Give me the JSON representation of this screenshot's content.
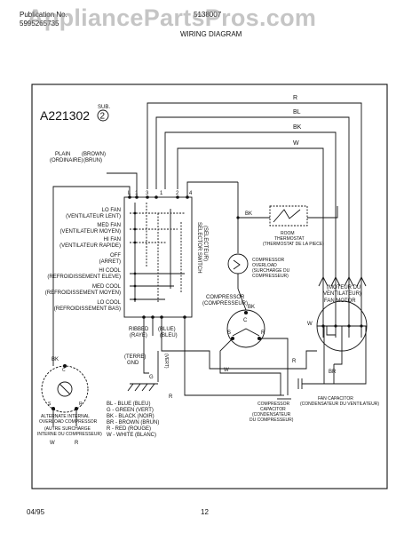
{
  "header": {
    "publication_label": "Publication No.",
    "publication_no": "5995265735",
    "part_no": "5138007",
    "title": "WIRING DIAGRAM",
    "watermark": "AppliancePartsPros.com"
  },
  "diagram": {
    "model": "A221302",
    "sub_label": "SUB.",
    "sub_no": "2",
    "wire_r": "R",
    "wire_bl": "BL",
    "wire_bk": "BK",
    "wire_w": "W",
    "plain_label": "PLAIN",
    "plain_fr": "(ORDINAIRE)",
    "brown_label": "(BROWN)",
    "brown_fr": "(BRUN)",
    "terminals": [
      "L",
      "1",
      "3",
      "1",
      "2",
      "4"
    ],
    "switch_positions": [
      {
        "label": "LO FAN",
        "fr": "(VENTILATEUR LENT)"
      },
      {
        "label": "MED FAN",
        "fr": "(VENTILATEUR MOYEN)"
      },
      {
        "label": "HI FAN",
        "fr": "(VENTILATEUR RAPIDE)"
      },
      {
        "label": "OFF",
        "fr": "(ARRET)"
      },
      {
        "label": "HI COOL",
        "fr": "(REFROIDISSEMENT ELEVE)"
      },
      {
        "label": "MED COOL",
        "fr": "(REFROIDISSEMENT MOYEN)"
      },
      {
        "label": "LO COOL",
        "fr": "(REFROIDISSEMENT BAS)"
      }
    ],
    "selector_switch": "SELECTOR SWITCH",
    "selector_switch_fr": "(SELECTEUR)",
    "thermostat_bk": "BK",
    "room_thermostat": "ROOM",
    "room_thermostat_2": "THERMOSTAT",
    "room_thermostat_fr": "(THERMOSTAT DE LA PIECE)",
    "overload": "COMPRESSOR",
    "overload_2": "OVERLOAD",
    "overload_fr": "(SURCHARGE DU",
    "overload_fr_2": "COMPRESSEUR)",
    "compressor": "COMPRESSOR",
    "compressor_fr": "(COMPRESSEUR)",
    "comp_terminals": [
      "C",
      "S",
      "R"
    ],
    "comp_bk": "BK",
    "fan_motor": "(MOTEUR DU",
    "fan_motor_2": "VENTILATEUR)",
    "fan_motor_3": "FAN MOTOR",
    "ribbed": "RIBBED",
    "ribbed_fr": "(RAYE)",
    "blue": "(BLUE)",
    "blue_fr": "(BLEU)",
    "ground": "(TERRE)",
    "ground_2": "GND",
    "green_label": "G",
    "green_fr": "(VERT)",
    "wire_w2": "W",
    "wire_w3": "W",
    "wire_r2": "R",
    "wire_r3": "R",
    "wire_br": "BR",
    "comp_capacitor": "COMPRESSOR",
    "comp_capacitor_2": "CAPACITOR",
    "comp_capacitor_fr": "(CONDENSATEUR",
    "comp_capacitor_fr_2": "DU COMPRESSEUR)",
    "fan_capacitor": "FAN CAPACITOR",
    "fan_capacitor_fr": "(CONDENSATEUR DU VENTILATEUR)",
    "legend": [
      "BL - BLUE (BLEU)",
      "G - GREEN (VERT)",
      "BK - BLACK (NOIR)",
      "BR - BROWN (BRUN)",
      "R - RED (ROUGE)",
      "W - WHITE (BLANC)"
    ],
    "alt_bk": "BK",
    "alt_overload": "ALTERNATE INTERNAL",
    "alt_overload_2": "OVERLOAD COMPRESSOR",
    "alt_overload_fr": "(AUTRE SURCHARGE",
    "alt_overload_fr_2": "INTERNE DU COMPRESSEUR)",
    "alt_w": "W",
    "alt_r": "R",
    "alt_c": "C",
    "alt_s": "S",
    "alt_r_term": "R"
  },
  "footer": {
    "date": "04/95",
    "page": "12"
  }
}
